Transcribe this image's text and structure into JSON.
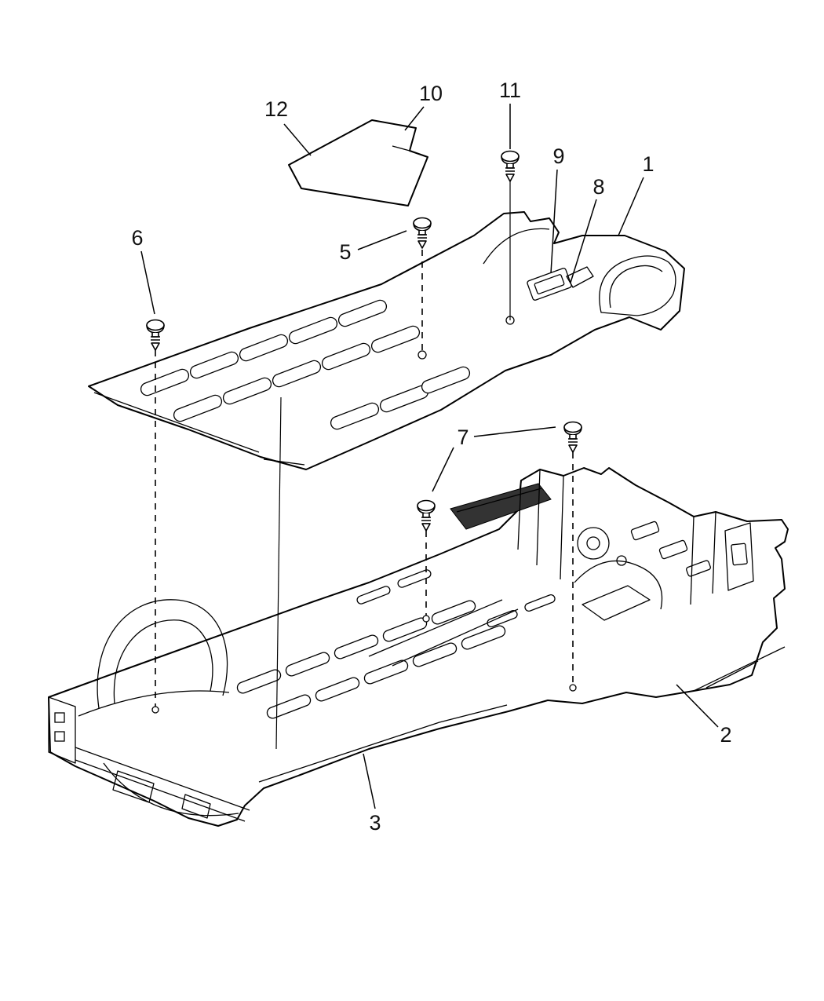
{
  "diagram": {
    "background_color": "#ffffff",
    "line_color": "#000000",
    "callouts": [
      {
        "id": "callout-12",
        "label": "12"
      },
      {
        "id": "callout-10",
        "label": "10"
      },
      {
        "id": "callout-11",
        "label": "11"
      },
      {
        "id": "callout-9",
        "label": "9"
      },
      {
        "id": "callout-8",
        "label": "8"
      },
      {
        "id": "callout-1",
        "label": "1"
      },
      {
        "id": "callout-6",
        "label": "6"
      },
      {
        "id": "callout-5",
        "label": "5"
      },
      {
        "id": "callout-7",
        "label": "7"
      },
      {
        "id": "callout-2",
        "label": "2"
      },
      {
        "id": "callout-3",
        "label": "3"
      }
    ]
  }
}
